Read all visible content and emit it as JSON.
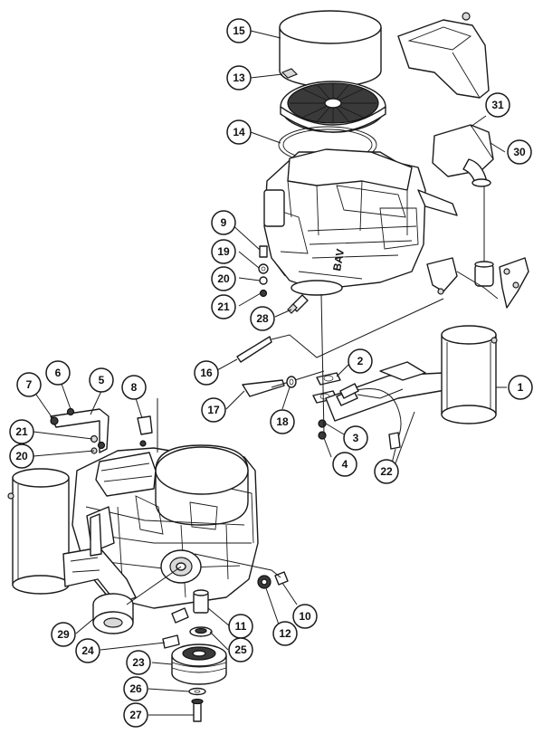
{
  "callouts": {
    "c1": "1",
    "c2": "2",
    "c3": "3",
    "c4": "4",
    "c5": "5",
    "c6": "6",
    "c7": "7",
    "c8": "8",
    "c9": "9",
    "c10": "10",
    "c11": "11",
    "c12": "12",
    "c13": "13",
    "c14": "14",
    "c15": "15",
    "c16": "16",
    "c17": "17",
    "c18": "18",
    "c19": "19",
    "c20a": "20",
    "c20b": "20",
    "c21a": "21",
    "c21b": "21",
    "c22": "22",
    "c23": "23",
    "c24": "24",
    "c25": "25",
    "c26": "26",
    "c27": "27",
    "c28": "28",
    "c29": "29",
    "c30": "30",
    "c31": "31"
  },
  "engine_decal": "BAV"
}
